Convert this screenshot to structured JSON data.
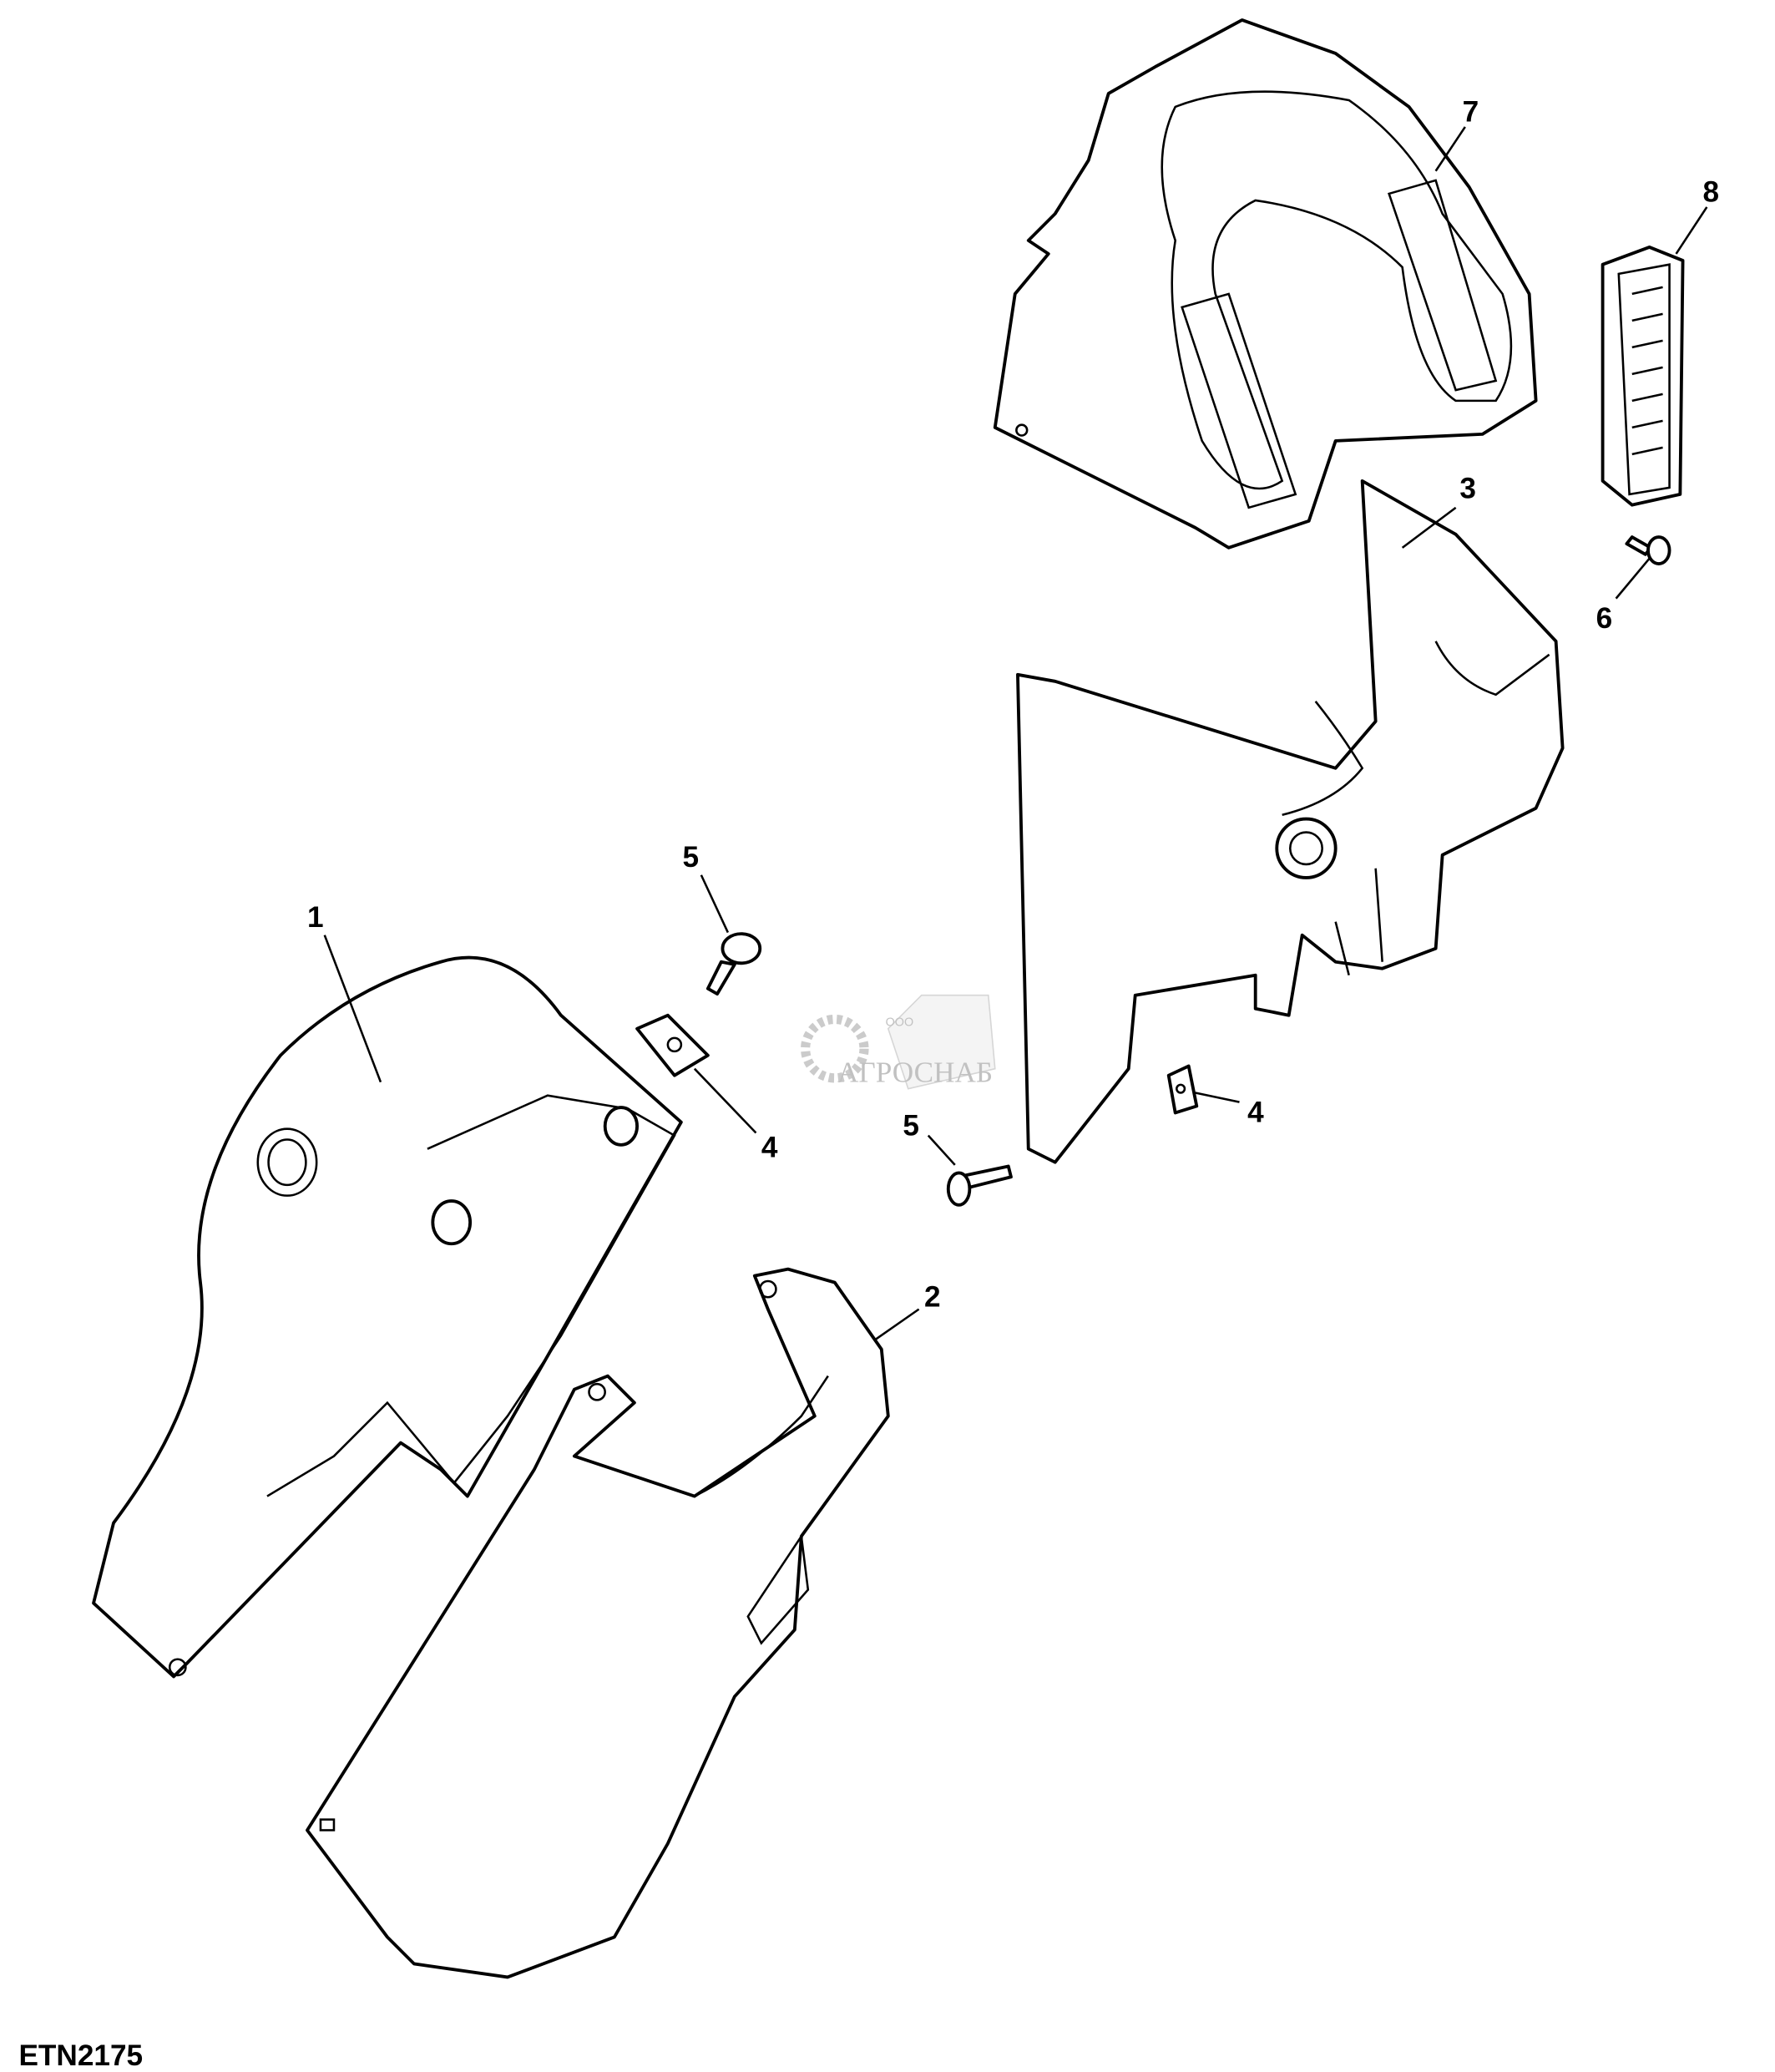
{
  "diagram": {
    "figure_id": "ETN2175",
    "callouts": [
      "1",
      "2",
      "3",
      "4",
      "4",
      "5",
      "5",
      "6",
      "7",
      "8"
    ],
    "watermark": {
      "prefix": "ООО",
      "name": "АГРОСНАБ"
    }
  }
}
